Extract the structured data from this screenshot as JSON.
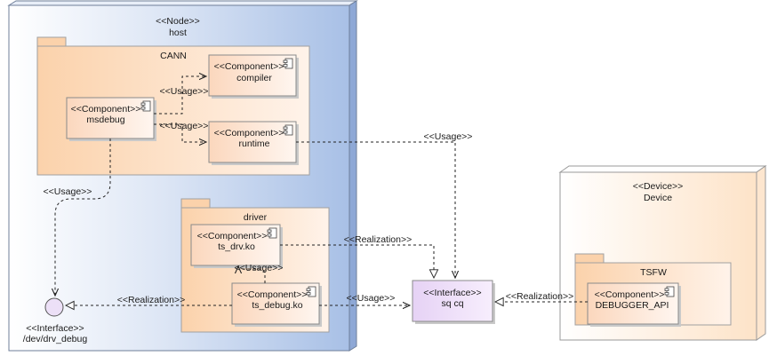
{
  "host_node": {
    "stereotype": "<<Node>>",
    "name": "host"
  },
  "device_node": {
    "stereotype": "<<Device>>",
    "name": "Device"
  },
  "packages": {
    "cann": "CANN",
    "driver": "driver",
    "tsfw": "TSFW"
  },
  "components": {
    "stereotype": "<<Component>>",
    "msdebug": "msdebug",
    "compiler": "compiler",
    "runtime": "runtime",
    "ts_drv": "ts_drv.ko",
    "ts_debug": "ts_debug.ko",
    "debugger_api": "DEBUGGER_API"
  },
  "interfaces": {
    "stereotype": "<<Interface>>",
    "sq_cq": "sq cq",
    "drv_debug": "/dev/drv_debug"
  },
  "relations": {
    "usage": "<<Usage>>",
    "realization": "<<Realization>>"
  },
  "colors": {
    "package_fill": "#fbd9b9",
    "component_fill": "#fbe3d2",
    "interface_fill": "#efe0f8",
    "node_gradient_left": "#ffffff",
    "node_gradient_right": "#a8c0e6",
    "device_gradient": "#fde3c8"
  }
}
